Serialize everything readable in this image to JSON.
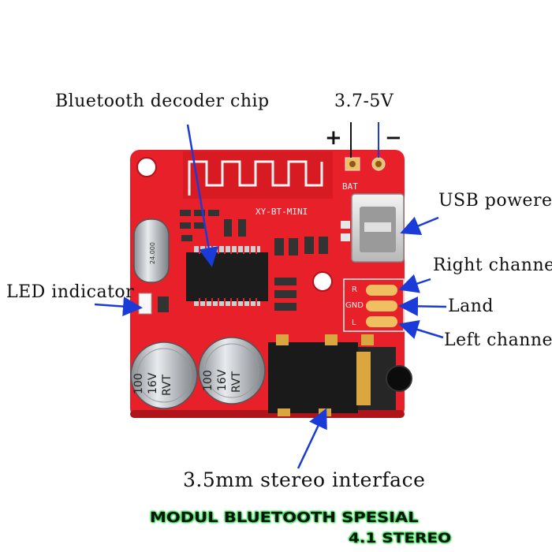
{
  "labels": {
    "chip": "Bluetooth decoder chip",
    "voltage": "3.7-5V",
    "plus": "+",
    "minus": "−",
    "usb": "USB powered",
    "right": "Right channel",
    "land": "Land",
    "left": "Left channel",
    "led": "LED indicator",
    "jack": "3.5mm stereo interface"
  },
  "board_text": {
    "model": "XY-BT-MINI",
    "bat": "BAT",
    "pin_r": "R",
    "pin_gnd": "GND",
    "pin_l": "L",
    "crystal": "24.000",
    "cap1_line1": "100",
    "cap1_line2": "16V",
    "cap1_line3": "RVT",
    "cap2_line1": "100",
    "cap2_line2": "16V",
    "cap2_line3": "RVT"
  },
  "title": {
    "line1": "MODUL BLUETOOTH SPESIAL",
    "line2": "4.1 STEREO"
  },
  "colors": {
    "pcb": "#e8202a",
    "pcb_dark": "#c0161e",
    "arrow": "#1a3bd8",
    "title_glow": "#2fd84a"
  }
}
